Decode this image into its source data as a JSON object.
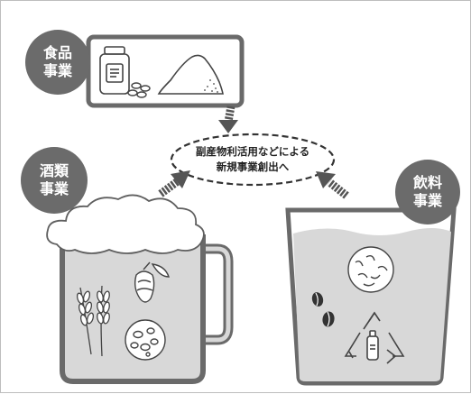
{
  "badges": {
    "food": {
      "line1": "食品",
      "line2": "事業"
    },
    "liquor": {
      "line1": "酒類",
      "line2": "事業"
    },
    "beverage": {
      "line1": "飲料",
      "line2": "事業"
    }
  },
  "center": {
    "line1": "副産物利活用などによる",
    "line2": "新規事業創出へ"
  },
  "colors": {
    "badge": "#6b6b6b",
    "outline": "#5f5f5f",
    "fill_gray": "#d8d8d8",
    "arrow": "#555555"
  },
  "icons": [
    "supplement-bottle-icon",
    "tablets-icon",
    "powder-pile-icon",
    "barley-icon",
    "hops-icon",
    "yeast-cells-icon",
    "bacteria-cells-icon",
    "coffee-beans-icon",
    "recycle-bottle-icon"
  ]
}
